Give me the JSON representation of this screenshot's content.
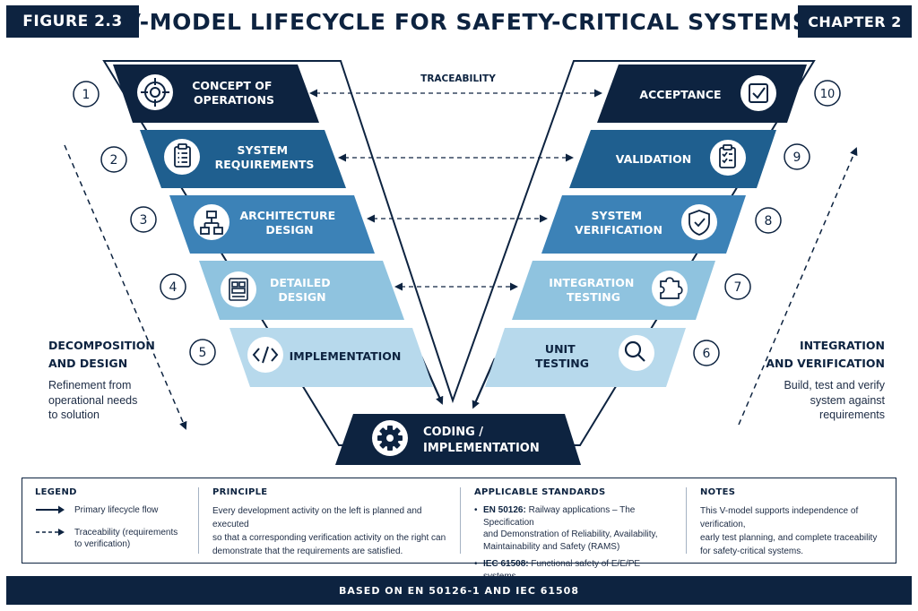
{
  "header": {
    "figure": "FIGURE 2.3",
    "title": "V-MODEL LIFECYCLE FOR SAFETY-CRITICAL SYSTEMS",
    "chapter": "CHAPTER 2"
  },
  "traceability_label": "TRACEABILITY",
  "left_stages": [
    {
      "number": "1",
      "lines": [
        "CONCEPT OF",
        "OPERATIONS"
      ],
      "icon": "target-icon"
    },
    {
      "number": "2",
      "lines": [
        "SYSTEM",
        "REQUIREMENTS"
      ],
      "icon": "clipboard-list-icon"
    },
    {
      "number": "3",
      "lines": [
        "ARCHITECTURE",
        "DESIGN"
      ],
      "icon": "hierarchy-icon"
    },
    {
      "number": "4",
      "lines": [
        "DETAILED",
        "DESIGN"
      ],
      "icon": "blueprint-icon"
    },
    {
      "number": "5",
      "lines": [
        "IMPLEMENTATION"
      ],
      "icon": "code-icon"
    }
  ],
  "right_stages": [
    {
      "number": "10",
      "lines": [
        "ACCEPTANCE"
      ],
      "icon": "checkbox-icon"
    },
    {
      "number": "9",
      "lines": [
        "VALIDATION"
      ],
      "icon": "clipboard-check-icon"
    },
    {
      "number": "8",
      "lines": [
        "SYSTEM",
        "VERIFICATION"
      ],
      "icon": "shield-check-icon"
    },
    {
      "number": "7",
      "lines": [
        "INTEGRATION",
        "TESTING"
      ],
      "icon": "puzzle-icon"
    },
    {
      "number": "6",
      "lines": [
        "UNIT",
        "TESTING"
      ],
      "icon": "magnifier-icon"
    }
  ],
  "bottom_stage": {
    "lines": [
      "CODING /",
      "IMPLEMENTATION"
    ],
    "icon": "gear-icon"
  },
  "left_side": {
    "title_lines": [
      "DECOMPOSITION",
      "AND DESIGN"
    ],
    "text_lines": [
      "Refinement from",
      "operational needs",
      "to solution"
    ]
  },
  "right_side": {
    "title_lines": [
      "INTEGRATION",
      "AND VERIFICATION"
    ],
    "text_lines": [
      "Build, test and verify",
      "system against",
      "requirements"
    ]
  },
  "legend": {
    "heading": "LEGEND",
    "primary": "Primary lifecycle flow",
    "trace_lines": [
      "Traceability (requirements",
      "to verification)"
    ]
  },
  "principle": {
    "heading": "PRINCIPLE",
    "lines": [
      "Every development activity on the left is planned and executed",
      "so that a corresponding verification activity on the right can",
      "demonstrate that the requirements are satisfied."
    ]
  },
  "standards": {
    "heading": "APPLICABLE STANDARDS",
    "items": [
      {
        "name": "EN 50126:",
        "lines": [
          " Railway applications – The Specification",
          "and Demonstration of Reliability, Availability,",
          "Maintainability and Safety (RAMS)"
        ]
      },
      {
        "name": "IEC 61508:",
        "lines": [
          " Functional safety of E/E/PE systems"
        ]
      }
    ]
  },
  "notes": {
    "heading": "NOTES",
    "lines": [
      "This V-model supports independence of verification,",
      "early test planning, and complete traceability",
      "for safety-critical systems."
    ]
  },
  "footer": "BASED ON EN 50126-1 AND IEC 61508",
  "colors": {
    "navy": "#0d2340",
    "band_1": "#0d2340",
    "band_2": "#1f5f8f",
    "band_3": "#3c82b7",
    "band_4": "#8fc3df",
    "band_5": "#b7d9ec",
    "dark_text": "#0d2340"
  }
}
